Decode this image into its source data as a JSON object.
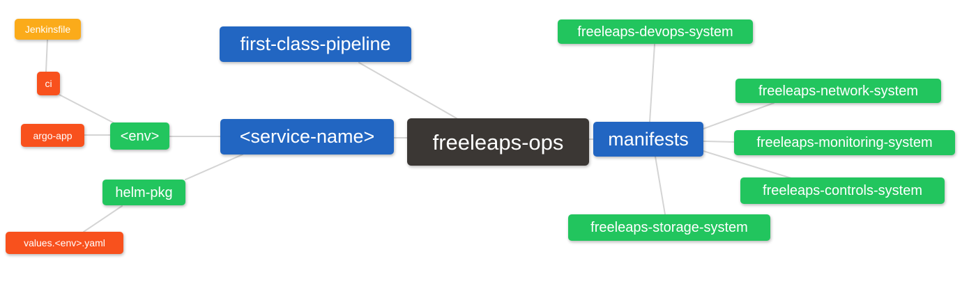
{
  "diagram": {
    "type": "mindmap",
    "root_label": "freeleaps-ops",
    "colors": {
      "dark": "#3b3734",
      "blue": "#2266c2",
      "green": "#22c55e",
      "orange": "#fbab1a",
      "red": "#f8511d",
      "edge": "#d4d4d4",
      "text": "#ffffff",
      "background": "#ffffff"
    },
    "nodes": {
      "jenkinsfile": {
        "label": "Jenkinsfile",
        "color": "orange"
      },
      "ci": {
        "label": "ci",
        "color": "red"
      },
      "argo_app": {
        "label": "argo-app",
        "color": "red"
      },
      "env": {
        "label": "<env>",
        "color": "green"
      },
      "helm_pkg": {
        "label": "helm-pkg",
        "color": "green"
      },
      "values_env_yaml": {
        "label": "values.<env>.yaml",
        "color": "red"
      },
      "first_class_pipeline": {
        "label": "first-class-pipeline",
        "color": "blue"
      },
      "service_name": {
        "label": "<service-name>",
        "color": "blue"
      },
      "freeleaps_ops": {
        "label": "freeleaps-ops",
        "color": "dark"
      },
      "manifests": {
        "label": "manifests",
        "color": "blue"
      },
      "devops_system": {
        "label": "freeleaps-devops-system",
        "color": "green"
      },
      "network_system": {
        "label": "freeleaps-network-system",
        "color": "green"
      },
      "monitoring_system": {
        "label": "freeleaps-monitoring-system",
        "color": "green"
      },
      "controls_system": {
        "label": "freeleaps-controls-system",
        "color": "green"
      },
      "storage_system": {
        "label": "freeleaps-storage-system",
        "color": "green"
      }
    },
    "edges": [
      {
        "from": "jenkinsfile",
        "to": "ci"
      },
      {
        "from": "ci",
        "to": "env"
      },
      {
        "from": "argo_app",
        "to": "env"
      },
      {
        "from": "env",
        "to": "service_name"
      },
      {
        "from": "service_name",
        "to": "helm_pkg"
      },
      {
        "from": "helm_pkg",
        "to": "values_env_yaml"
      },
      {
        "from": "first_class_pipeline",
        "to": "freeleaps_ops"
      },
      {
        "from": "service_name",
        "to": "freeleaps_ops"
      },
      {
        "from": "freeleaps_ops",
        "to": "manifests"
      },
      {
        "from": "manifests",
        "to": "devops_system"
      },
      {
        "from": "manifests",
        "to": "network_system"
      },
      {
        "from": "manifests",
        "to": "monitoring_system"
      },
      {
        "from": "manifests",
        "to": "controls_system"
      },
      {
        "from": "manifests",
        "to": "storage_system"
      }
    ]
  }
}
